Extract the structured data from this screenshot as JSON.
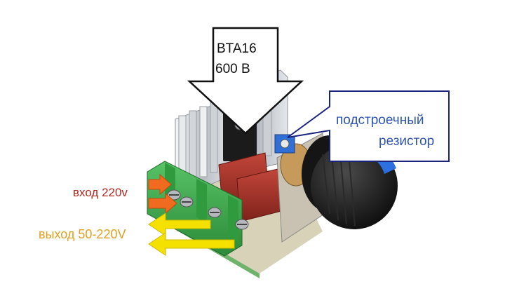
{
  "labels": {
    "triac_part": "BTA16",
    "triac_voltage": "600 В",
    "trimmer_line1": "подстроечный",
    "trimmer_line2": "резистор",
    "input": "вход 220v",
    "output": "выход 50-220V"
  },
  "colors": {
    "input_text": "#b02a20",
    "output_text": "#e0a020",
    "trimmer_text": "#2f55b0",
    "input_arrows": "#f06a20",
    "output_arrows": "#f4e100",
    "callout_outline": "#1a237e",
    "board_green": "#3aa84a",
    "capacitor_red": "#a83226",
    "knob": "#1c1c1c"
  },
  "icons": {
    "top_arrow": "down-arrow-outline-icon",
    "input_arrows": "right-arrow-icon",
    "output_arrows": "left-arrow-icon"
  }
}
